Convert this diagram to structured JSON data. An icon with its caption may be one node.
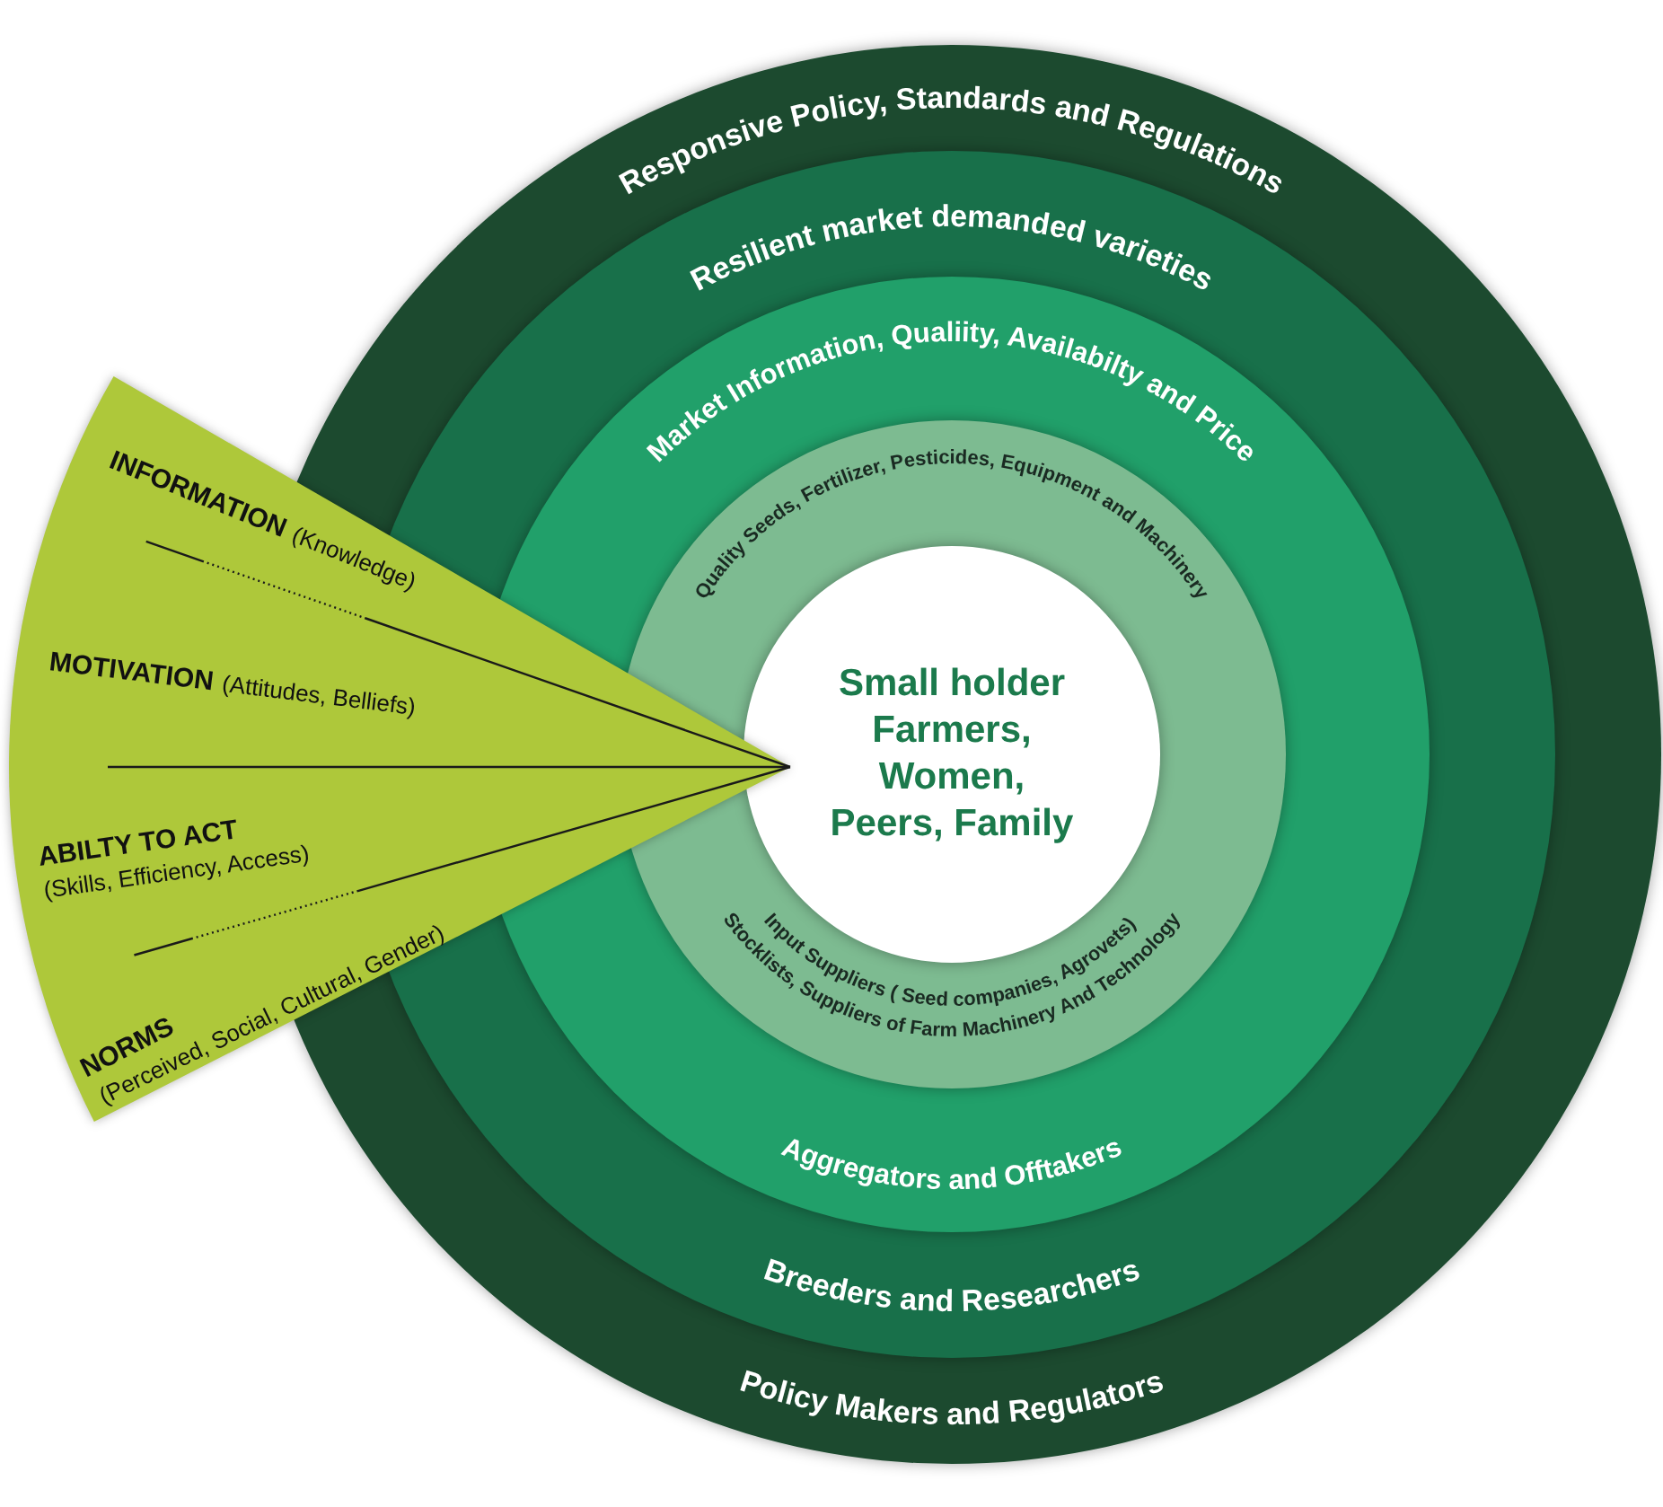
{
  "diagram": {
    "nodes": [
      {
        "text": [
          "Responsive Policy, Standards and Regulations",
          "Policy Makers and Regulators"
        ]
      },
      {
        "text": [
          "Resilient market demanded varieties",
          "Breeders and Researchers"
        ],
        "in": 0
      },
      {
        "text": [
          "Market Information, Qualiity, Availabilty and Price",
          "Aggregators and Offtakers"
        ],
        "in": 1
      },
      {
        "text": [
          "Quality Seeds, Fertilizer, Pesticides, Equipment and Machinery",
          "Input Suppliers ( Seed companies, Agrovets) Stocklists, Suppliers of Farm Machinery And Technology"
        ],
        "in": 2
      },
      {
        "text": [
          "Small holder Farmers, Women, Peers, Family"
        ],
        "in": 3
      },
      {
        "text": [
          "INFORMATION",
          "(Knowledge)",
          "MOTIVATION",
          "(Attitudes, Belliefs)",
          "ABILTY TO ACT",
          "(Skills, Efficiency, Access)",
          "NORMS",
          "(Perceived, Social, Cultural, Gender)"
        ]
      }
    ]
  }
}
